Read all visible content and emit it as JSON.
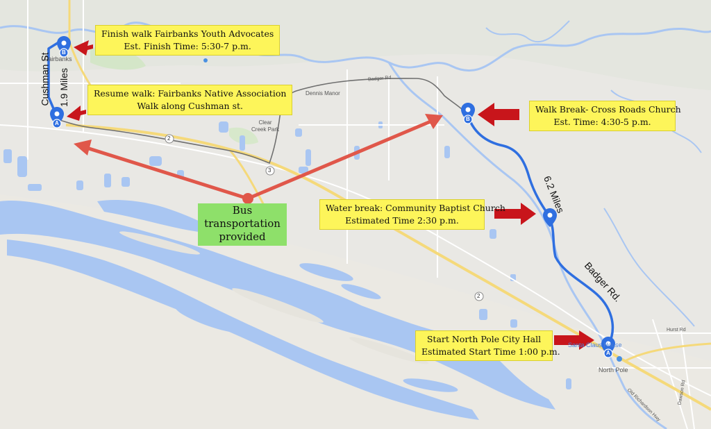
{
  "callouts": {
    "finish_line1": "Finish walk Fairbanks Youth Advocates",
    "finish_line2": "Est. Finish Time: 5:30-7 p.m.",
    "resume_line1": "Resume walk: Fairbanks Native Association",
    "resume_line2": "Walk along Cushman st.",
    "break_line1": "Walk Break- Cross Roads Church",
    "break_line2": "Est. Time: 4:30-5 p.m.",
    "water_line1": "Water break: Community Baptist Church",
    "water_line2": "Estimated Time 2:30 p.m.",
    "start_line1": "Start North Pole City Hall",
    "start_line2": "Estimated Start Time 1:00 p.m."
  },
  "bus": {
    "line1": "Bus",
    "line2": "transportation",
    "line3": "provided"
  },
  "route_labels": {
    "cushman": "Cushman St",
    "miles_short": "1.9 Miles",
    "miles_long": "6.2 Miles",
    "badger": "Badger Rd."
  },
  "map_labels": {
    "fairbanks": "Fairbanks",
    "dennis_manor": "Dennis Manor",
    "clear_creek_park": "Clear Creek Park",
    "santa_claus_house": "Santa Claus House",
    "north_pole": "North Pole",
    "hurst_rd": "Hurst Rd",
    "dawson_rd": "Dawson Rd",
    "badger_rd_small": "Badger Rd",
    "hwy_2": "2",
    "hwy_3": "3",
    "old_richardson": "Old Richardson Hwy"
  },
  "markers": {
    "finish": "B",
    "resume": "A",
    "walk_break": "B",
    "start": "A"
  },
  "colors": {
    "route": "#2f6fe0",
    "bus_arrow": "#e0574a",
    "pointer_arrow": "#c8151b",
    "callout_bg": "#fdf55a",
    "bus_box_bg": "#8ee06a",
    "water": "#a9c6f2",
    "road_gray": "#6f6f6f"
  }
}
